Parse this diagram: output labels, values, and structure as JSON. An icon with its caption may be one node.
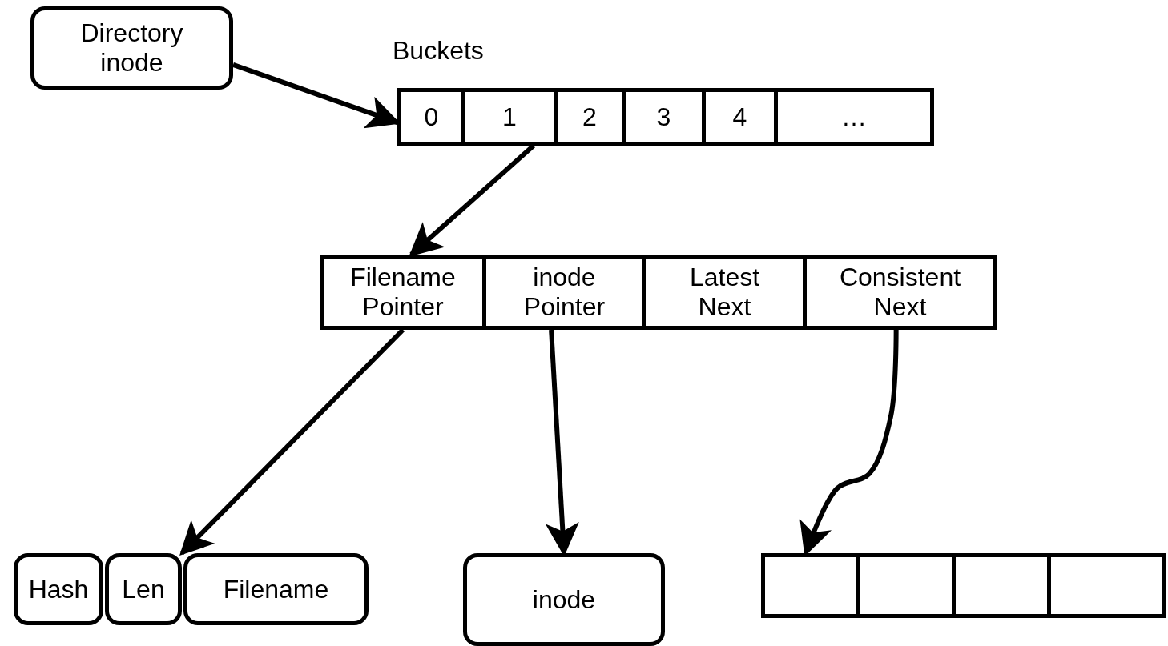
{
  "diagram": {
    "nodes": [
      {
        "text": [
          "Directory inode"
        ]
      },
      {
        "text": [
          "0"
        ]
      },
      {
        "text": [
          "1"
        ]
      },
      {
        "text": [
          "2"
        ]
      },
      {
        "text": [
          "3"
        ]
      },
      {
        "text": [
          "4"
        ]
      },
      {
        "text": [
          "…"
        ]
      },
      {
        "text": [
          "Filename Pointer"
        ]
      },
      {
        "text": [
          "inode Pointer"
        ]
      },
      {
        "text": [
          "Latest Next"
        ]
      },
      {
        "text": [
          "Consistent Next"
        ]
      },
      {
        "text": [
          "Hash"
        ]
      },
      {
        "text": [
          "Len"
        ]
      },
      {
        "text": [
          "Filename"
        ]
      },
      {
        "text": [
          "inode"
        ]
      },
      {
        "text": [],
        "shape": "box"
      },
      {
        "text": [],
        "shape": "box"
      },
      {
        "text": [],
        "shape": "box"
      },
      {
        "text": [],
        "shape": "box"
      }
    ],
    "edges": [
      {
        "from": 0,
        "to": 1,
        "arrow": "to"
      },
      {
        "from": 2,
        "to": 7,
        "arrow": "to"
      },
      {
        "from": 7,
        "to": 12,
        "arrow": "to"
      },
      {
        "from": 8,
        "to": 14,
        "arrow": "to"
      },
      {
        "from": 10,
        "to": 15,
        "arrow": "to"
      }
    ],
    "labels": [
      "Buckets"
    ]
  }
}
